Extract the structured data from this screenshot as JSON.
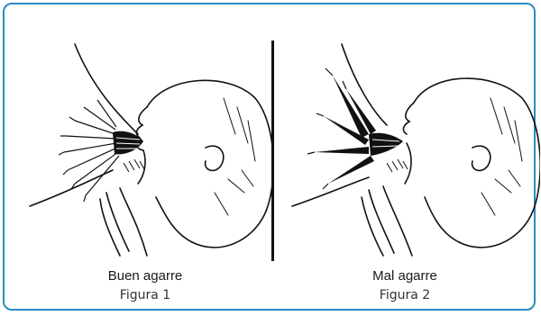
{
  "figures": [
    {
      "title": "Buen agarre",
      "label": "Figura 1"
    },
    {
      "title": "Mal agarre",
      "label": "Figura 2"
    }
  ],
  "colors": {
    "border": "#2a8cc4",
    "ink": "#111111"
  }
}
